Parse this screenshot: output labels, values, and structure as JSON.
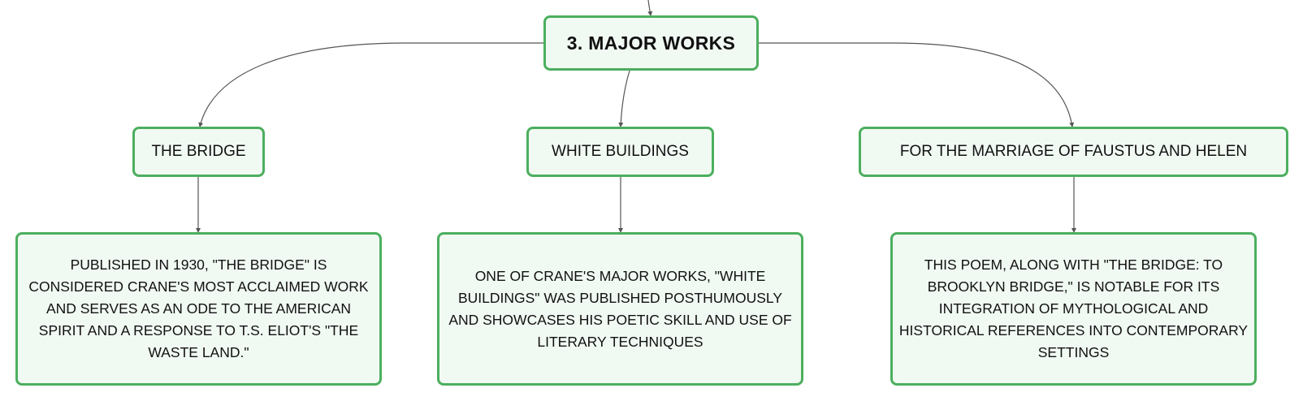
{
  "root": {
    "label": "3. MAJOR WORKS"
  },
  "topics": [
    {
      "label": "THE BRIDGE",
      "detail": "PUBLISHED IN 1930, \"THE BRIDGE\" IS CONSIDERED CRANE'S MOST ACCLAIMED WORK AND SERVES AS AN ODE TO THE AMERICAN SPIRIT AND A RESPONSE TO T.S. ELIOT'S \"THE WASTE LAND.\""
    },
    {
      "label": "WHITE BUILDINGS",
      "detail": "ONE OF CRANE'S MAJOR WORKS, \"WHITE BUILDINGS\" WAS PUBLISHED POSTHUMOUSLY AND SHOWCASES HIS POETIC SKILL AND USE OF LITERARY TECHNIQUES"
    },
    {
      "label": "FOR THE MARRIAGE OF FAUSTUS AND HELEN",
      "detail": "THIS POEM, ALONG WITH \"THE BRIDGE: TO BROOKLYN BRIDGE,\" IS NOTABLE FOR ITS INTEGRATION OF MYTHOLOGICAL AND HISTORICAL REFERENCES INTO CONTEMPORARY SETTINGS"
    }
  ],
  "colors": {
    "node_border": "#4caf5f",
    "node_fill": "#f1f9f3",
    "edge": "#555555"
  }
}
